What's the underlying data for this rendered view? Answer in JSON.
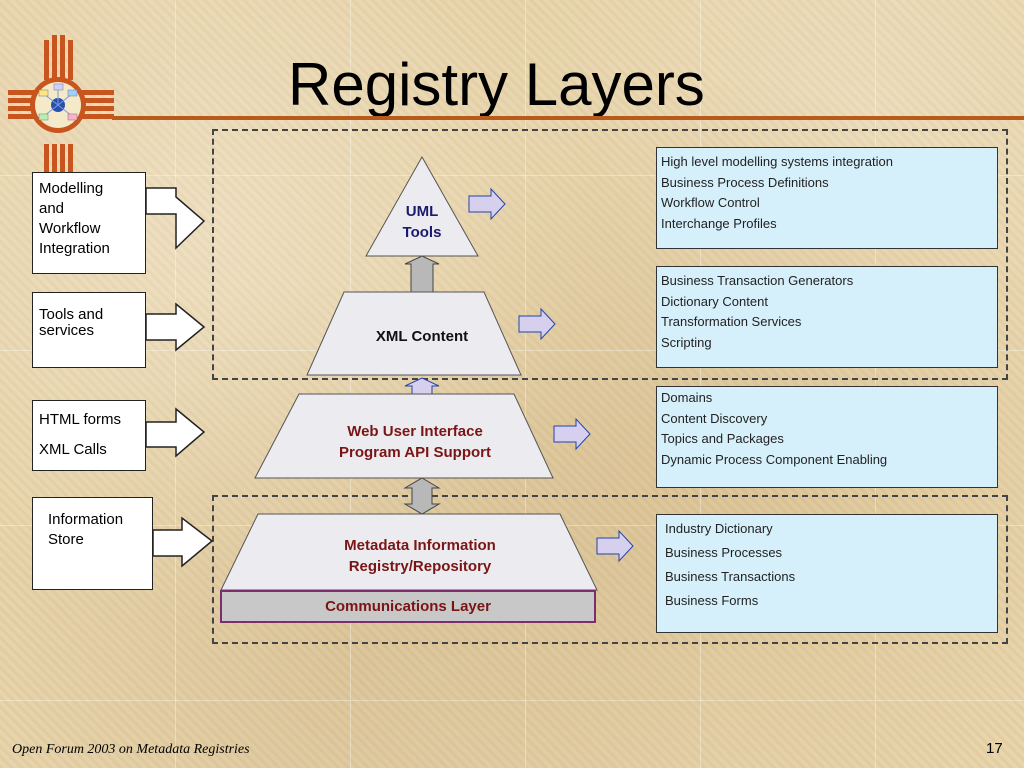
{
  "title": "Registry Layers",
  "colors": {
    "accent_rule": "#b85a1c",
    "info_box_fill": "#d6f0fb",
    "layer_text_maroon": "#7a1515",
    "uml_text_blue": "#1a1a6e",
    "arrow_fill": "#d6d0ee",
    "shape_fill": "#ececf0"
  },
  "logo": {
    "icon": "zia-sun-symbol-icon"
  },
  "left_boxes": [
    {
      "lines": [
        "Modelling",
        "and",
        "Workflow",
        "Integration"
      ]
    },
    {
      "lines": [
        "Tools and",
        "services"
      ]
    },
    {
      "lines": [
        "HTML forms",
        "XML Calls"
      ]
    },
    {
      "lines": [
        "Information",
        "Store"
      ]
    }
  ],
  "layers": {
    "uml": [
      "UML",
      "Tools"
    ],
    "xml": "XML Content",
    "web": [
      "Web User Interface",
      "Program API Support"
    ],
    "metadata": [
      "Metadata Information",
      "Registry/Repository"
    ],
    "communications": "Communications Layer"
  },
  "info_boxes": [
    {
      "items": [
        "High level modelling systems integration",
        "Business Process Definitions",
        "Workflow Control",
        "Interchange Profiles"
      ]
    },
    {
      "items": [
        "Business Transaction Generators",
        "Dictionary Content",
        "Transformation Services",
        "Scripting"
      ]
    },
    {
      "items": [
        "Domains",
        "Content Discovery",
        "Topics and Packages",
        "Dynamic Process Component Enabling"
      ]
    },
    {
      "items": [
        "Industry Dictionary",
        "Business Processes",
        "Business Transactions",
        "Business Forms"
      ]
    }
  ],
  "footer": {
    "text": "Open Forum 2003 on Metadata Registries",
    "page_number": "17"
  }
}
